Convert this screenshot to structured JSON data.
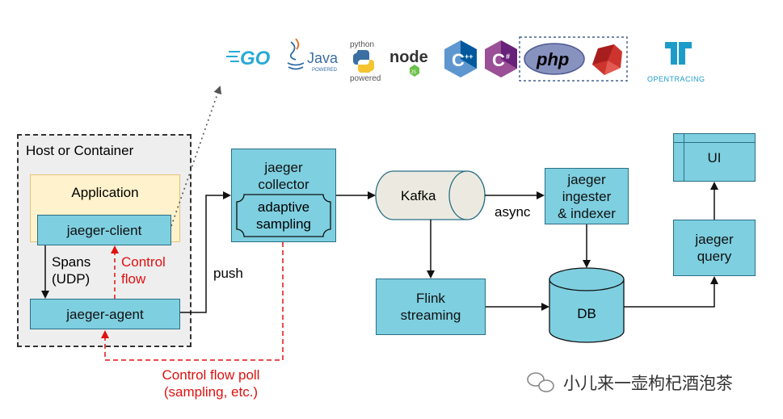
{
  "logos": {
    "go": "GO",
    "java": "Java",
    "java_sub": "POWERED",
    "python_top": "python",
    "python_bottom": "powered",
    "node": "node",
    "node_badge": "JS",
    "cpp": "C",
    "cpp_sup": "++",
    "csharp": "C",
    "csharp_sup": "#",
    "php": "php",
    "opentracing": "OPENTRACING"
  },
  "host": {
    "title": "Host or Container"
  },
  "application": {
    "label": "Application"
  },
  "jaeger_client": {
    "label": "jaeger-client"
  },
  "jaeger_agent": {
    "label": "jaeger-agent"
  },
  "spans_label": "Spans\n(UDP)",
  "control_flow_label": "Control\nflow",
  "push_label": "push",
  "collector": {
    "label": "jaeger\ncollector"
  },
  "adaptive_sampling": {
    "label": "adaptive\nsampling"
  },
  "kafka": {
    "label": "Kafka"
  },
  "async_label": "async",
  "ingester": {
    "label": "jaeger\ningester\n& indexer"
  },
  "flink": {
    "label": "Flink\nstreaming"
  },
  "db": {
    "label": "DB"
  },
  "query": {
    "label": "jaeger\nquery"
  },
  "ui": {
    "label": "UI"
  },
  "control_poll_label": "Control flow poll\n(sampling, etc.)",
  "watermark": "小儿来一壶枸杞酒泡茶",
  "colors": {
    "box_fill": "#7ecfe0",
    "box_border": "#2a6f86",
    "app_fill": "#fff2cc",
    "app_border": "#e3c27a",
    "host_fill": "#eeeeee",
    "control_red": "#e01010",
    "kafka_fill": "#eceae0"
  }
}
